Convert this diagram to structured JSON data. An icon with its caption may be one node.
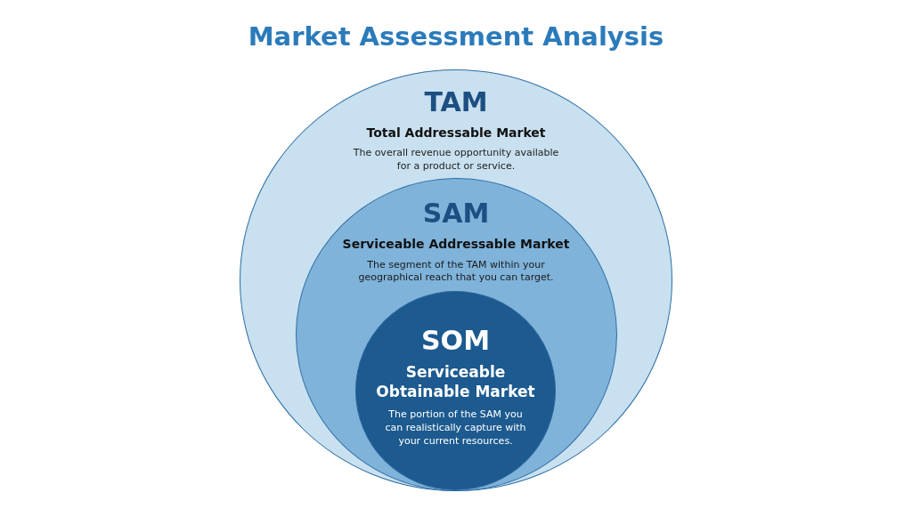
{
  "diagram": {
    "title": "Market Assessment Analysis",
    "nodes": [
      {
        "text": [
          "TAM",
          "Total Addressable Market",
          "The overall revenue opportunity available for a product or service."
        ]
      },
      {
        "text": [
          "SAM",
          "Serviceable Addressable Market",
          "The segment of the TAM within your geographical reach that you can target."
        ],
        "in": 0
      },
      {
        "text": [
          "SOM",
          "Serviceable Obtainable Market",
          "The portion of the SAM you can realistically capture with your current resources."
        ],
        "in": 1
      }
    ]
  }
}
